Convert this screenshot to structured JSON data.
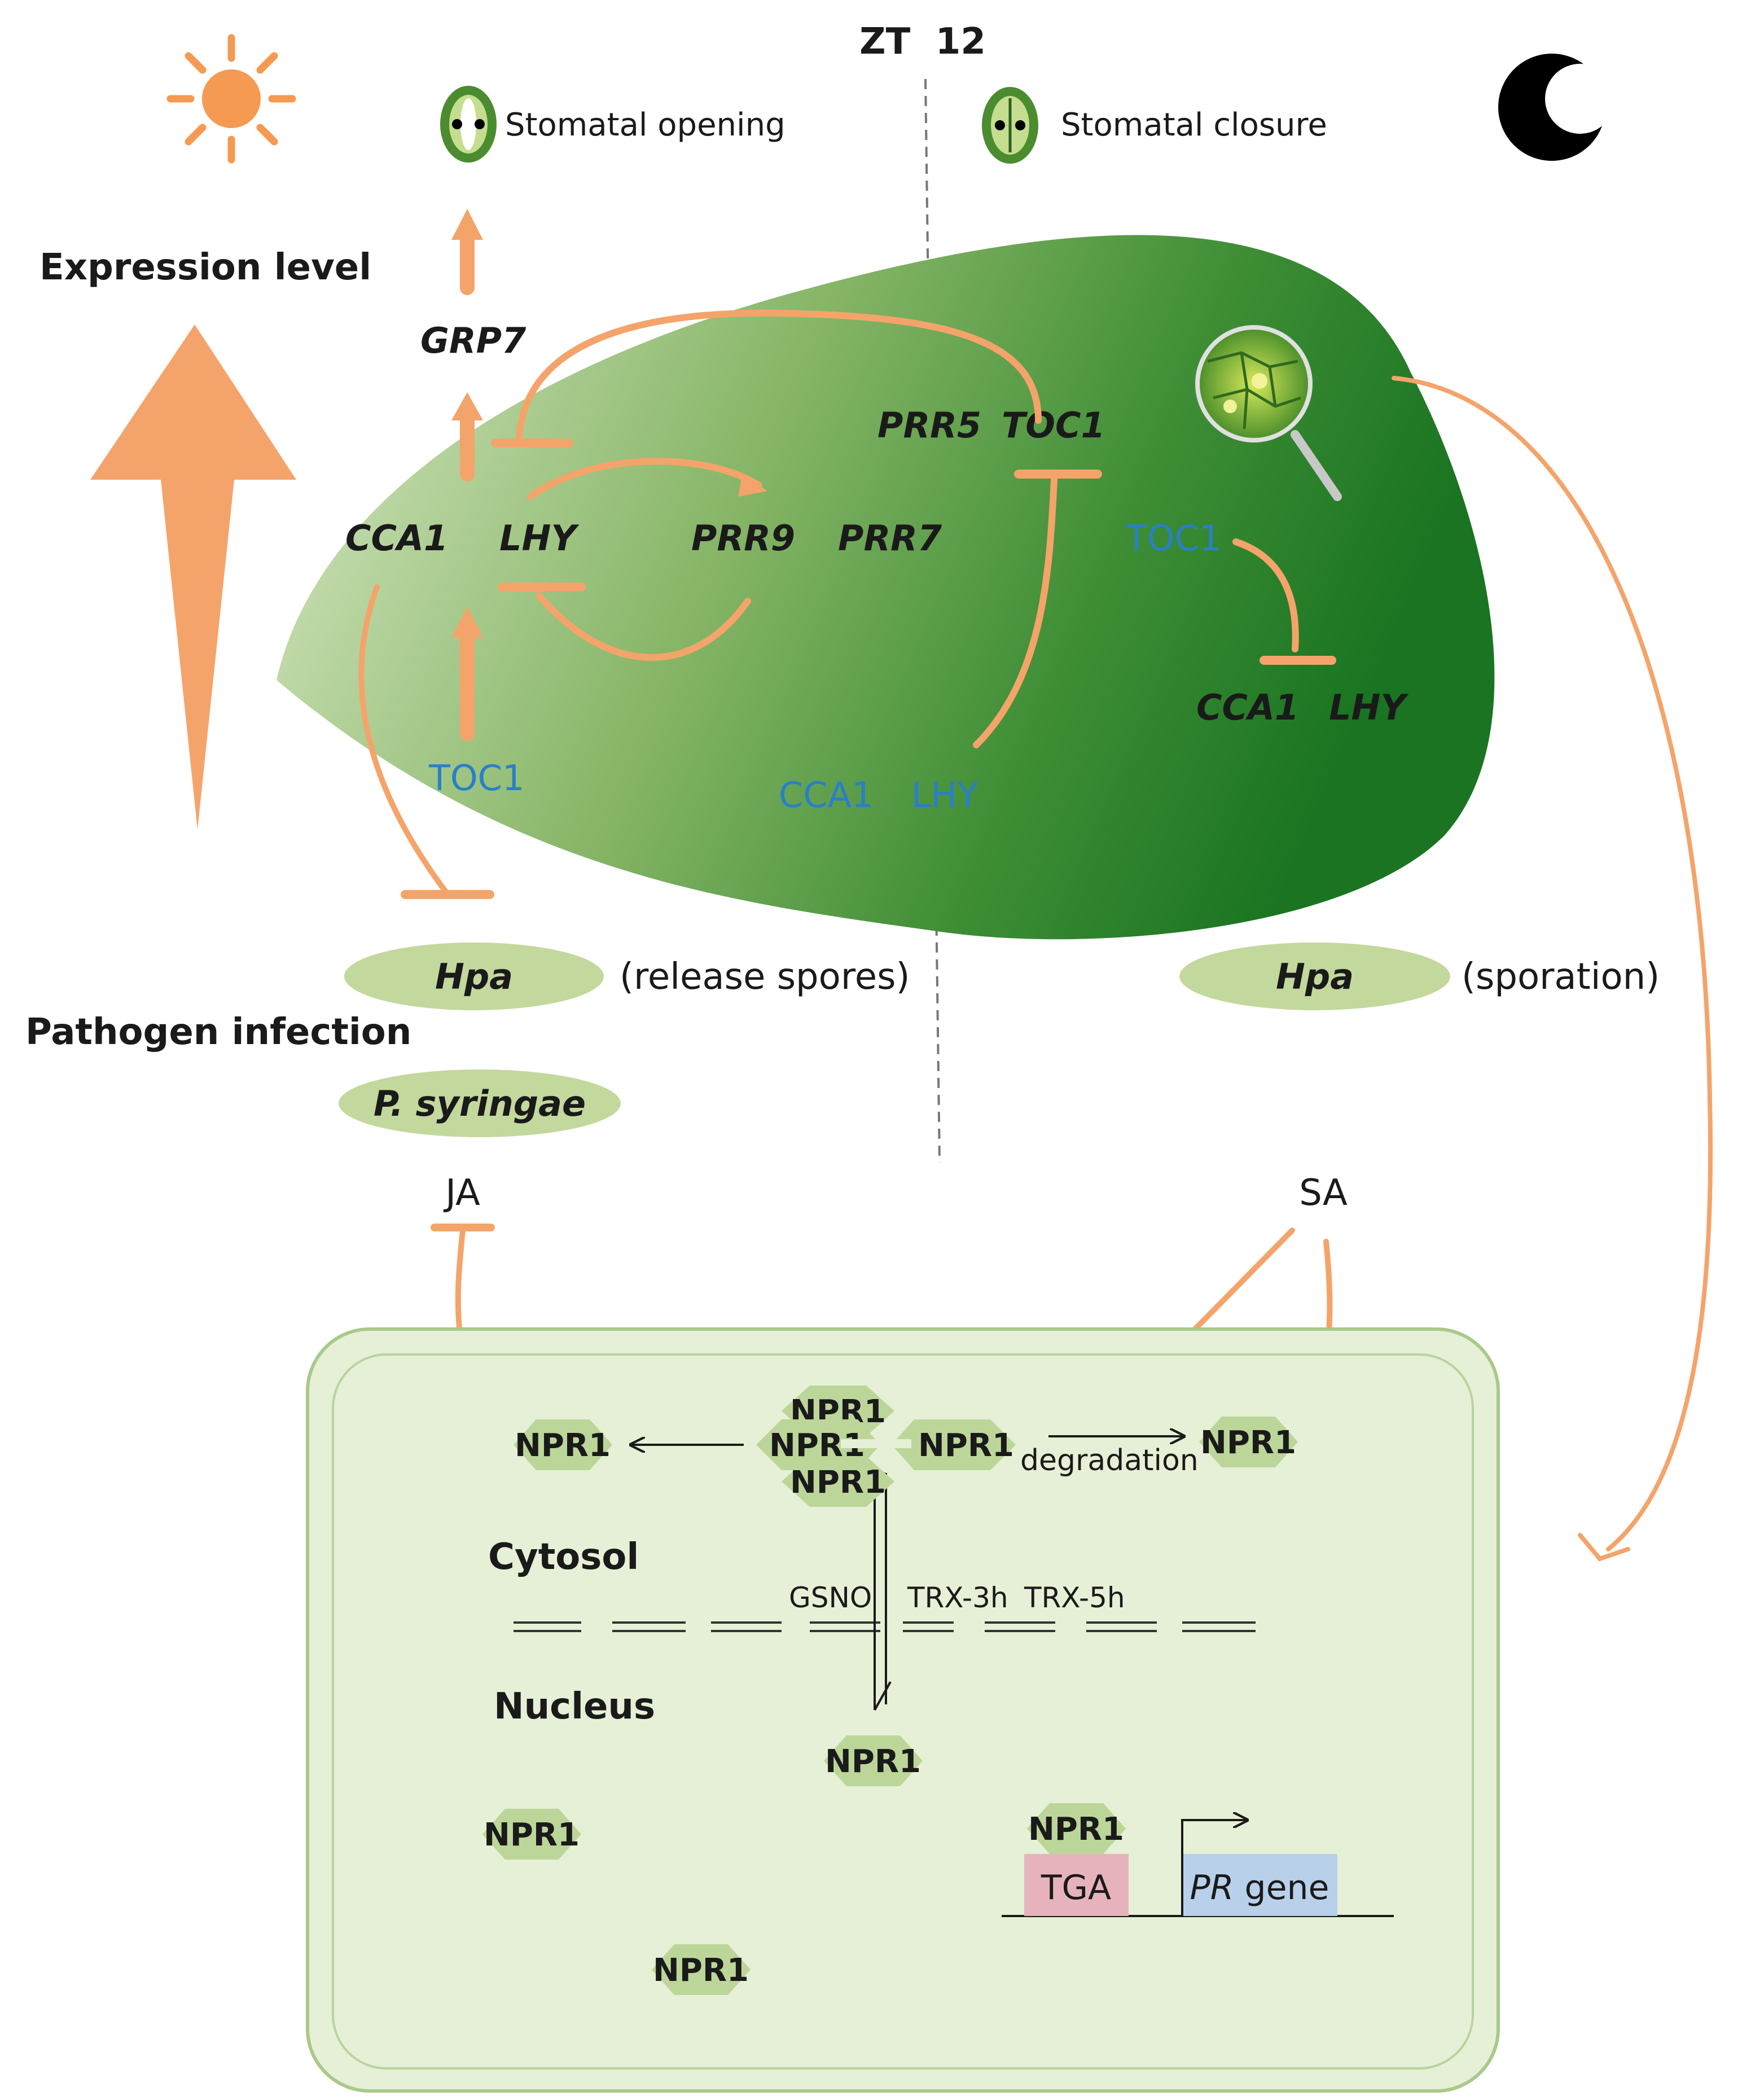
{
  "header": {
    "zt_label": "ZT  12",
    "sun_icon": "sun-icon",
    "moon_icon": "moon-icon"
  },
  "stomata": {
    "opening": "Stomatal opening",
    "closure": "Stomatal closure"
  },
  "expression_label": "Expression level",
  "leaf": {
    "day_genes": {
      "grp7": "GRP7",
      "cca1": "CCA1",
      "lhy": "LHY",
      "prr9": "PRR9",
      "prr7": "PRR7",
      "prr5": "PRR5",
      "toc1": "TOC1"
    },
    "day_proteins": {
      "toc1": "TOC1",
      "cca1": "CCA1",
      "lhy": "LHY"
    },
    "night": {
      "toc1_protein": "TOC1",
      "cca1": "CCA1",
      "lhy": "LHY"
    }
  },
  "pathogen": {
    "label": "Pathogen infection",
    "hpa": "Hpa",
    "hpa_day_note": "(release spores)",
    "hpa_night_note": "(sporation)",
    "psyringae": "P. syringae",
    "ja": "JA",
    "sa": "SA"
  },
  "cell": {
    "npr1": "NPR1",
    "degradation": "degradation",
    "cytosol": "Cytosol",
    "nucleus": "Nucleus",
    "gsno": "GSNO",
    "trx3h": "TRX-3h",
    "trx5h": "TRX-5h",
    "tga": "TGA",
    "pr_italic": "PR",
    "pr_rest": " gene"
  },
  "colors": {
    "accent_orange": "#f4a46a",
    "leaf_light": "#cfe3b4",
    "leaf_dark": "#1f7a24",
    "pathogen_fill": "#c3d89c",
    "cell_fill": "#e6f0d6",
    "cell_stroke": "#a9c98a",
    "hexagon_fill": "#bcd69a",
    "protein_blue": "#2a7fc8",
    "tga_fill": "#e6b3bd",
    "pr_fill": "#b8d0ea"
  }
}
